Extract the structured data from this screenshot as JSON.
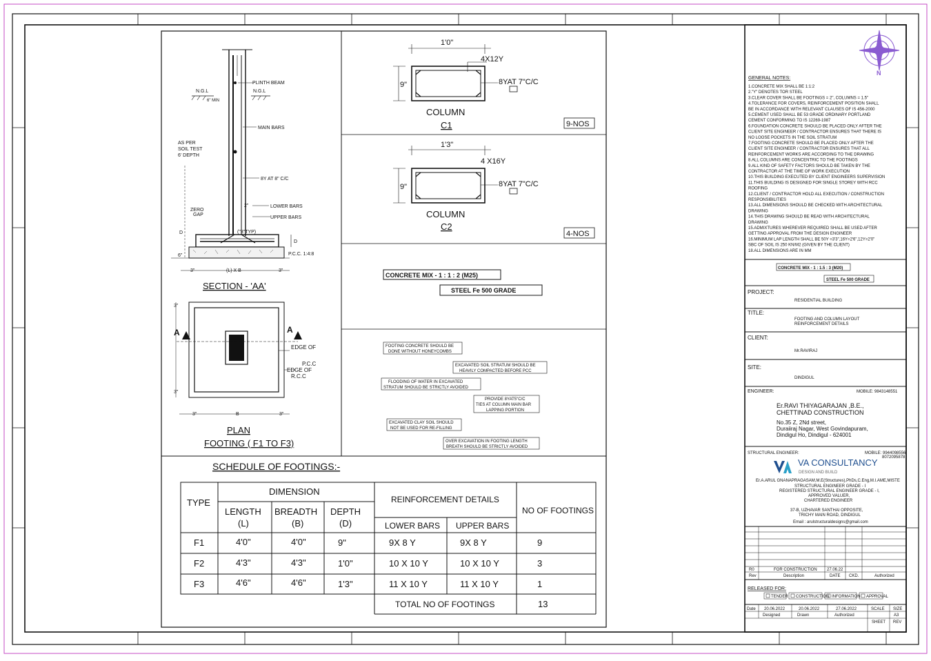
{
  "section": {
    "title": "SECTION - 'AA'",
    "ngl_left": "N.G.L",
    "ngl_right": "N.G.L",
    "min": "6\" MIN",
    "plinth_beam": "PLINTH  BEAM",
    "main_bars": "MAIN  BARS",
    "soil1": "AS PER",
    "soil2": "SOIL TEST",
    "soil3": "6' DEPTH",
    "ties": "8Y AT 8\" C/C",
    "zero1": "ZERO",
    "zero2": "GAP",
    "two_inch": "2\"",
    "lower_bars": "LOWER  BARS",
    "upper_bars": "UPPER  BARS",
    "typ": "(\"3\"TYP)",
    "d_left": "D",
    "d_right": "D",
    "six": "6\"",
    "pcc": "P.C.C. 1:4:8",
    "dim_left": "3\"",
    "dim_mid": "(L) X B",
    "dim_right": "3\""
  },
  "plan": {
    "title1": "PLAN",
    "title2": "FOOTING  ( F1 TO F3)",
    "a_left": "A",
    "a_right": "A",
    "top_dim": "3\"",
    "bot_dim": "3\"",
    "edge_of": "EDGE OF",
    "pcc": "P.C.C",
    "edge_rcc1": "EDGE OF",
    "edge_rcc2": "R.C.C",
    "dim_left": "3\"",
    "dim_b": "B",
    "dim_right": "3\""
  },
  "columns": [
    {
      "width_dim": "1'0\"",
      "bars": "4X12Y",
      "depth_dim": "9\"",
      "ties": "8YAT 7\"C/C",
      "label": "COLUMN",
      "code": "C1",
      "count": "9-NOS"
    },
    {
      "width_dim": "1'3\"",
      "bars": "4 X16Y",
      "depth_dim": "9\"",
      "ties": "8YAT 7\"C/C",
      "label": "COLUMN",
      "code": "C2",
      "count": "4-NOS"
    }
  ],
  "mix": {
    "concrete": "CONCRETE MIX - 1 : 1 : 2 (M25)",
    "steel": "STEEL Fe 500 GRADE"
  },
  "notes_boxes": [
    [
      "FOOTING CONCRETE SHOULD BE",
      "DONE WITHOUT HONEYCOMBS"
    ],
    [
      "EXCAVATED SOIL STRATUM SHOULD BE",
      "HEAVILY COMPACTED BEFORE PCC"
    ],
    [
      "FLOODING OF WATER IN EXCAVATED",
      "STRATUM SHOULD BE STRICTLY AVOIDED"
    ],
    [
      "PROVIDE 8YAT5\"C/C",
      "TIES AT COLUMN MAIN BAR",
      "LAPPING PORTION"
    ],
    [
      "EXCAVATED CLAY SOIL SHOULD",
      "NOT BE USED FOR RE-FILLING"
    ],
    [
      "OVER EXCAVATION IN FOOTING LENGTH",
      "BREATH SHOULD BE STRICTLY AVOIDED"
    ]
  ],
  "schedule": {
    "title": "SCHEDULE  OF  FOOTINGS:-",
    "h_type": "TYPE",
    "h_dimension": "DIMENSION",
    "h_length1": "LENGTH",
    "h_length2": "(L)",
    "h_breadth1": "BREADTH",
    "h_breadth2": "(B)",
    "h_depth1": "DEPTH",
    "h_depth2": "(D)",
    "h_reinf": "REINFORCEMENT DETAILS",
    "h_lower": "LOWER BARS",
    "h_upper": "UPPER BARS",
    "h_no": "NO OF FOOTINGS",
    "rows": [
      {
        "type": "F1",
        "length": "4'0\"",
        "breadth": "4'0\"",
        "depth": "9\"",
        "lower": "9X 8 Y",
        "upper": "9X 8 Y",
        "no": "9"
      },
      {
        "type": "F2",
        "length": "4'3\"",
        "breadth": "4'3\"",
        "depth": "1'0\"",
        "lower": "10 X 10 Y",
        "upper": "10 X 10 Y",
        "no": "3"
      },
      {
        "type": "F3",
        "length": "4'6\"",
        "breadth": "4'6\"",
        "depth": "1'3\"",
        "lower": "11 X 10 Y",
        "upper": "11 X 10 Y",
        "no": "1"
      }
    ],
    "total_label": "TOTAL NO OF FOOTINGS",
    "total": "13"
  },
  "general_notes": {
    "heading": "GENERAL NOTES:",
    "lines": [
      "1.CONCRETE MIX SHALL BE 1:1:2",
      "2.\"Y\" DENOTES TOR STEEL",
      "3.CLEAR COVER SHALL BE FOOTINGS = 2\", COLUMNS = 1.5\"",
      "4.TOLERANCE FOR COVERS, REINFORCEMENT POSITION SHALL",
      "BE IN ACCORDANCE WITH RELEVANT CLAUSES OF IS 456-2000",
      "5.CEMENT USED SHALL BE 53 GRADE ORDINARY PORTLAND",
      "CEMENT CONFORMING TO IS 12269-1987",
      "6.FOUNDATION CONCRETE SHOULD BE PLACED ONLY AFTER THE",
      "CLIENT SITE ENGINEER / CONTRACTOR ENSURES THAT THERE IS",
      "NO LOOSE POCKETS IN THE SOIL STRATUM",
      "7.FOOTING CONCRETE SHOULD BE PLACED ONLY AFTER THE",
      "CLIENT SITE ENGINEER / CONTRACTOR ENSURES THAT ALL",
      "REINFORCEMENT WORKS ARE ACCORDING TO THE DRAWING",
      "8.ALL COLUMNS ARE CONCENTRIC TO THE FOOTINGS",
      "9.ALL KIND OF SAFETY FACTORS SHOULD BE TAKEN BY THE",
      "CONTRACTOR AT THE TIME OF WORK EXECUTION",
      "10.THIS BUILDING EXECUTED BY CLIENT ENGINEERS SUPERVISION",
      "11.THIS BUILDING IS DESIGNED FOR SINGLE STOREY WITH RCC",
      "ROOFING",
      "12.CLIENT / CONTRACTOR HOLD ALL EXECUTION / CONSTRUCTION",
      "RESPONSIBILITIES",
      "13.ALL DIMENSIONS SHOULD BE CHECKED WITH ARCHITECTURAL",
      "DRAWING",
      "14.THIS DRAWING SHOULD BE READ WITH ARCHITECTURAL",
      "DRAWING",
      "15.ADMIXTURES WHEREVER REQUIRED SHALL BE USED AFTER",
      "GETTING APPROVAL FROM THE DESIGN ENGINEER",
      "16.MINIMUM LAP LENGTH SHALL BE 50Y =3'3\",16Y=2'6\",12Y=2'0\"",
      "SBC OF SOIL IS 250 KN/M2 (GIVEN BY THE CLIENT)",
      "18.ALL DIMENSIONS ARE IN MM"
    ]
  },
  "compass": {
    "north": "N"
  },
  "title_block": {
    "mix_small": "CONCRETE MIX - 1 : 1.5 : 3 (M20)",
    "steel_small": "STEEL Fe 500 GRADE",
    "project_label": "PROJECT:",
    "project": "RESIDENTIAL  BUILDING",
    "title_label": "TITLE:",
    "title1": "FOOTING AND COLUMN LAYOUT",
    "title2": "REINFORCEMENT DETAILS",
    "client_label": "CLIENT:",
    "client": "Mr.RAVIRAJ",
    "site_label": "SITE:",
    "site": "DINDIGUL",
    "engineer_label": "ENGINEER:",
    "engineer_mobile": "MOBILE: 9843148551",
    "engineer_name": "Er.RAVI THIYAGARAJAN ,B.E.,",
    "engineer_firm": "CHETTINAD CONSTRUCTION",
    "addr1": "No.35 Z, 2Nd street,",
    "addr2": "Duraiiraj Nagar, West Govindapuram,",
    "addr3": "Dindigul Ho, Dindigul - 624001",
    "struct_label": "STRUCTURAL ENGINEER:",
    "struct_mobile1": "MOBILE: 9944098556",
    "struct_mobile2": "8072095878",
    "consultancy": "VA CONSULTANCY",
    "consultancy_sub": "DESIGN AND BUILD",
    "se1": "Er.A.ARUL GNANAPRAGASAM,M.E(Structures),PhDs,C.Eng,M.I.AME,MISTE",
    "se2": "STRUCTURAL ENGINEER GRADE - I",
    "se3": "REGISTERED STRUCTURAL ENGINEER GRADE - I,",
    "se4": "APPROVED VALUER,",
    "se5": "CHARTERED ENGINEER",
    "se6": "37-B, UZHAVAR SANTHAI OPPOSITE,",
    "se7": "TRICHY MAIN ROAD, DINDIGUL",
    "se8": "Email : arulstructuraldesigns@gmail.com",
    "rev_r0": "R0",
    "rev_desc": "FOR  CONSTRUCTION",
    "rev_date": "27.06.22",
    "h_rev": "Rev",
    "h_desc": "Description",
    "h_date": "DATE",
    "h_ckd": "CKD.",
    "h_auth": "Authorized",
    "released": "RELEASED FOR:",
    "rel_opts": [
      "TENDER",
      "CONSTRUCTION",
      "INFORMATION",
      "APPROVAL"
    ],
    "date_label": "Date",
    "date_val1": "20.06.2022",
    "date_val2": "20.06.2022",
    "date_val3": "27.06.2022",
    "scale_label": "SCALE",
    "size_label": "SIZE",
    "designed": "Designed",
    "drawn": "Drawn",
    "authorized": "Authorized",
    "size_val": "A3",
    "sheet_label": "SHEET",
    "rev_label": "REV"
  }
}
